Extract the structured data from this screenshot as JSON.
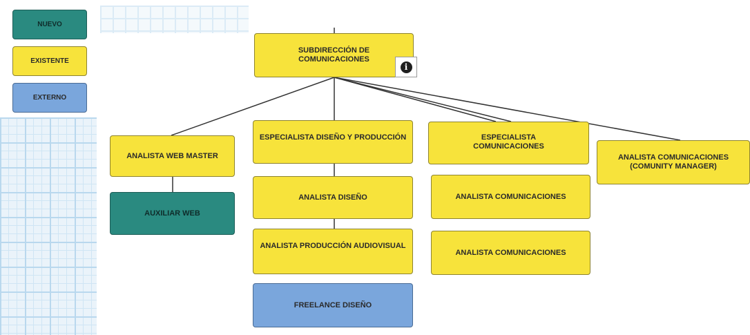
{
  "legend": [
    {
      "label": "NUEVO",
      "color": "#2a8a80"
    },
    {
      "label": "EXISTENTE",
      "color": "#f7e33b"
    },
    {
      "label": "EXTERNO",
      "color": "#7aa6dc"
    }
  ],
  "nodes": {
    "root": "SUBDIRECCIÓN DE COMUNICACIONES",
    "web_master": "ANALISTA WEB MASTER",
    "auxiliar_web": "AUXILIAR WEB",
    "especialista_diseno": "ESPECIALISTA DISEÑO Y PRODUCCIÓN",
    "analista_diseno": "ANALISTA DISEÑO",
    "analista_produccion": "ANALISTA PRODUCCIÓN AUDIOVISUAL",
    "freelance": "FREELANCE DISEÑO",
    "especialista_com": "ESPECIALISTA COMUNICACIONES",
    "analista_com_1": "ANALISTA COMUNICACIONES",
    "analista_com_2": "ANALISTA COMUNICACIONES",
    "analista_cm": "ANALISTA COMUNICACIONES (COMUNITY MANAGER)"
  },
  "icons": {
    "info": "info-icon"
  }
}
